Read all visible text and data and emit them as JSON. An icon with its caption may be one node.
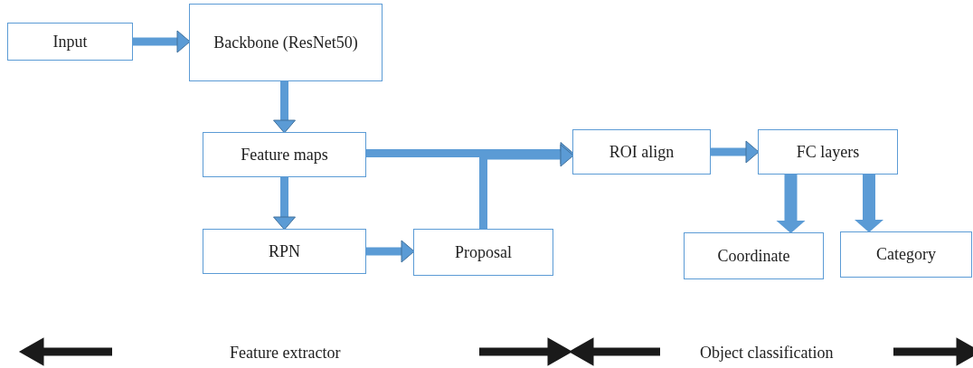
{
  "diagram": {
    "nodes": [
      {
        "text": [
          "Input"
        ]
      },
      {
        "text": [
          "Backbone (ResNet50)"
        ]
      },
      {
        "text": [
          "Feature maps"
        ]
      },
      {
        "text": [
          "RPN"
        ]
      },
      {
        "text": [
          "Proposal"
        ]
      },
      {
        "text": [
          "ROI align"
        ]
      },
      {
        "text": [
          "FC layers"
        ]
      },
      {
        "text": [
          "Coordinate"
        ]
      },
      {
        "text": [
          "Category"
        ]
      }
    ],
    "edges": [
      {
        "from": 0,
        "to": 1,
        "arrow": "to"
      },
      {
        "from": 1,
        "to": 2,
        "arrow": "to"
      },
      {
        "from": 2,
        "to": 3,
        "arrow": "to"
      },
      {
        "from": 3,
        "to": 4,
        "arrow": "to"
      },
      {
        "from": 2,
        "to": 5,
        "arrow": "to"
      },
      {
        "from": 4,
        "to": 5,
        "arrow": "to"
      },
      {
        "from": 5,
        "to": 6,
        "arrow": "to"
      },
      {
        "from": 6,
        "to": 7,
        "arrow": "to"
      },
      {
        "from": 6,
        "to": 8,
        "arrow": "to"
      }
    ],
    "labels": [
      "Feature extractor",
      "Object classification"
    ]
  }
}
